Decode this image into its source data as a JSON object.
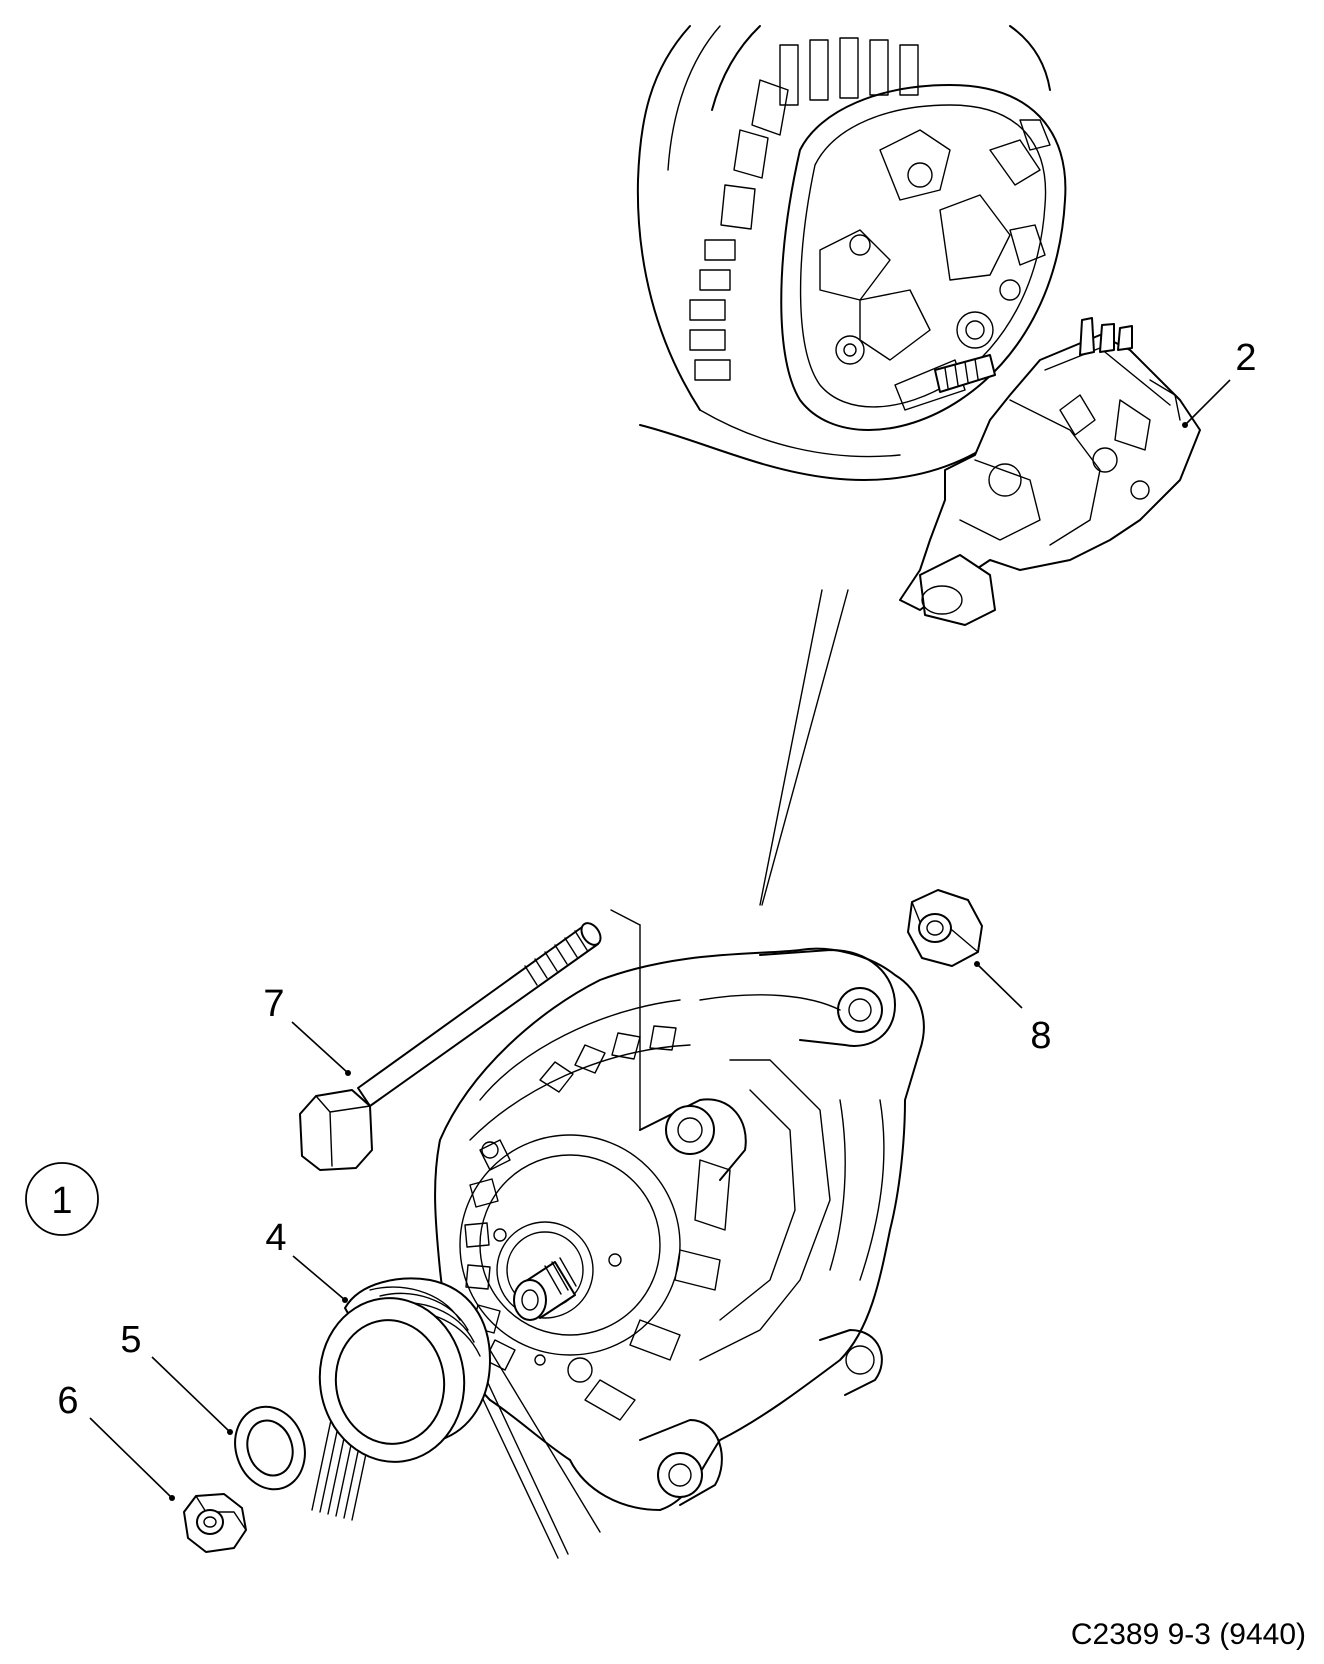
{
  "diagram": {
    "assembly_label": "1",
    "callouts": [
      {
        "id": "2",
        "label": "2"
      },
      {
        "id": "4",
        "label": "4"
      },
      {
        "id": "5",
        "label": "5"
      },
      {
        "id": "6",
        "label": "6"
      },
      {
        "id": "7",
        "label": "7"
      },
      {
        "id": "8",
        "label": "8"
      }
    ],
    "reference": "C2389 9-3 (9440)"
  }
}
